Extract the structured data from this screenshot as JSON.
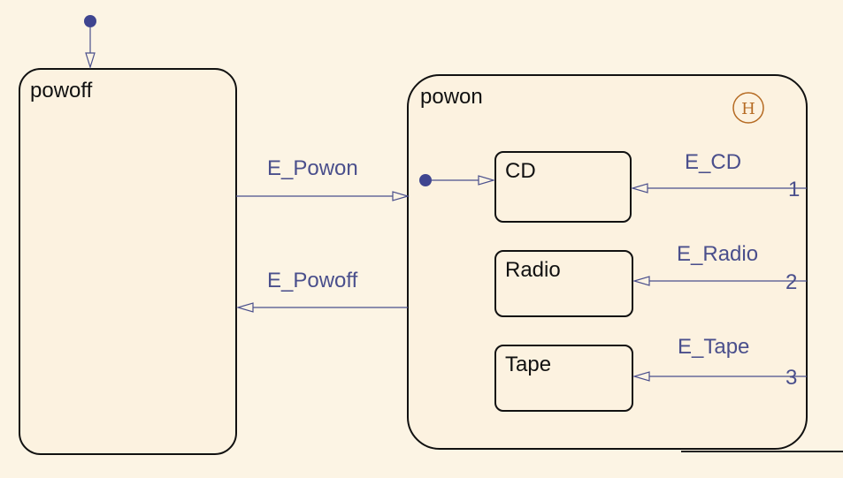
{
  "states": {
    "powoff": "powoff",
    "powon": "powon",
    "cd": "CD",
    "radio": "Radio",
    "tape": "Tape"
  },
  "transitions": {
    "e_powon": "E_Powon",
    "e_powoff": "E_Powoff",
    "e_cd": "E_CD",
    "e_radio": "E_Radio",
    "e_tape": "E_Tape"
  },
  "ports": {
    "p1": "1",
    "p2": "2",
    "p3": "3"
  },
  "history_symbol": "H",
  "colors": {
    "background": "#fcf4e4",
    "state_fill": "#fcf2e0",
    "state_border": "#111111",
    "wire": "#4a4f8c",
    "history": "#b56a22"
  }
}
